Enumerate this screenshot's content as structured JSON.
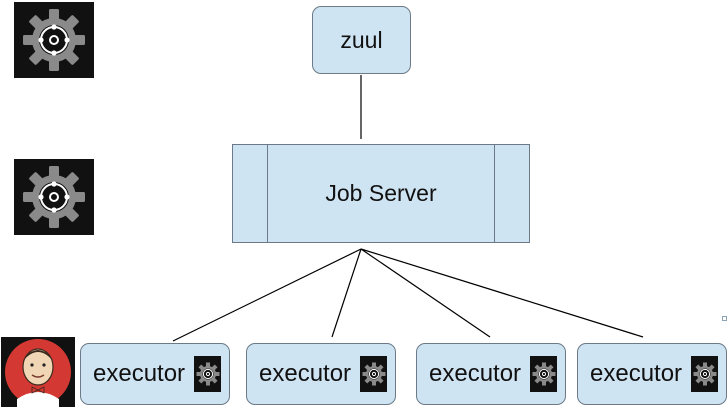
{
  "diagram": {
    "nodes": {
      "zuul": {
        "label": "zuul"
      },
      "job_server": {
        "label": "Job Server"
      },
      "executors": [
        {
          "label": "executor",
          "icon": "gear-icon"
        },
        {
          "label": "executor",
          "icon": "gear-icon"
        },
        {
          "label": "executor",
          "icon": "gear-icon"
        },
        {
          "label": "executor",
          "icon": "gear-icon"
        }
      ]
    },
    "edges": [
      {
        "from": "zuul",
        "to": "job_server"
      },
      {
        "from": "job_server",
        "to": "executor-1"
      },
      {
        "from": "job_server",
        "to": "executor-2"
      },
      {
        "from": "job_server",
        "to": "executor-3"
      },
      {
        "from": "job_server",
        "to": "executor-4"
      }
    ],
    "side_icons": [
      "gear-icon",
      "gear-icon",
      "jenkins-butler-icon"
    ]
  },
  "colors": {
    "node_fill": "#cfe4f2",
    "node_border": "#6b7a86",
    "icon_background": "#111111",
    "icon_foreground": "#8a8a8a"
  }
}
